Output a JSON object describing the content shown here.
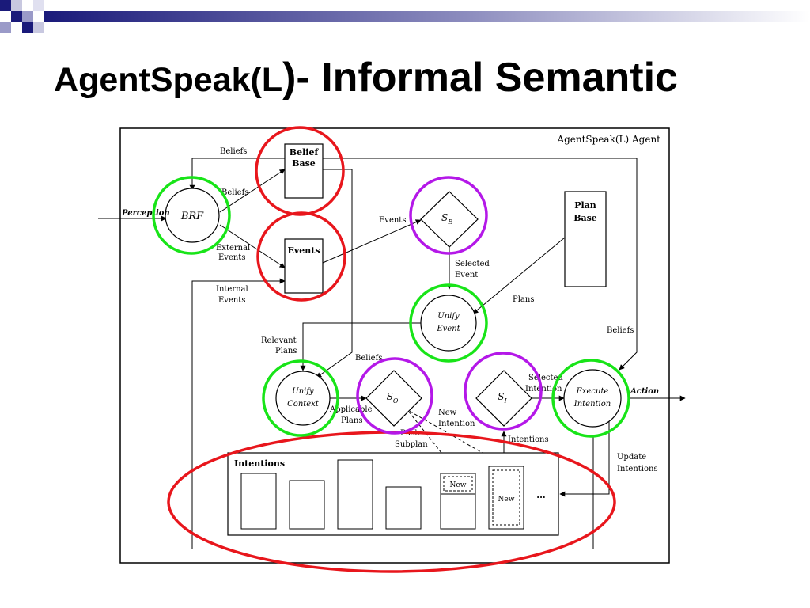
{
  "slide": {
    "title_part1": "AgentSpeak(L",
    "title_part2": ")- Informal Semantic",
    "colors": {
      "highlight_red": "#e8161c",
      "highlight_green": "#18e418",
      "highlight_purple": "#b418e8",
      "decor_navy": "#1a1a7a"
    }
  },
  "diagram": {
    "agent_label": "AgentSpeak(L) Agent",
    "perception": "Perception",
    "brf": "BRF",
    "belief_base": [
      "Belief",
      "Base"
    ],
    "events_box": "Events",
    "plan_base": [
      "Plan",
      "Base"
    ],
    "se": "S",
    "se_sub": "E",
    "so": "S",
    "so_sub": "O",
    "si": "S",
    "si_sub": "I",
    "unify_event": [
      "Unify",
      "Event"
    ],
    "unify_context": [
      "Unify",
      "Context"
    ],
    "execute_intention": [
      "Execute",
      "Intention"
    ],
    "action": "Action",
    "intentions_title": "Intentions",
    "new_label": "New",
    "ellipsis": "...",
    "labels": {
      "beliefs_top": "Beliefs",
      "beliefs_mid": "Beliefs",
      "external_events": [
        "External",
        "Events"
      ],
      "internal_events": [
        "Internal",
        "Events"
      ],
      "events_edge": "Events",
      "selected_event": [
        "Selected",
        "Event"
      ],
      "plans": "Plans",
      "beliefs_right": "Beliefs",
      "relevant_plans": [
        "Relevant",
        "Plans"
      ],
      "beliefs_lower": "Beliefs",
      "applicable_plans": [
        "Applicable",
        "Plans"
      ],
      "new_intention": [
        "New",
        "Intention"
      ],
      "push_subplan": [
        "Push",
        "Subplan"
      ],
      "selected_intention": [
        "Selected",
        "Intention"
      ],
      "intentions_edge": "Intentions",
      "update_intentions": [
        "Update",
        "Intentions"
      ]
    }
  }
}
